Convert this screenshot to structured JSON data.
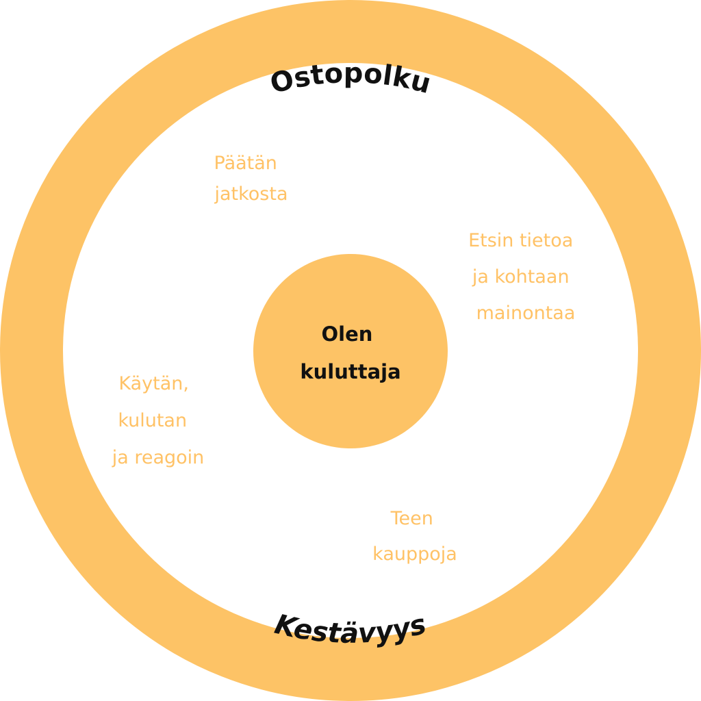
{
  "colors": {
    "ring": "#FDC366",
    "core": "#FDC366",
    "step_text": "#FFC266",
    "title_text": "#111111",
    "background": "#FFFFFF"
  },
  "ring": {
    "top_label": "Ostopolku",
    "bottom_label": "Kestävyys"
  },
  "core": {
    "lines": [
      "Olen",
      "kuluttaja"
    ]
  },
  "steps": [
    {
      "id": "decide",
      "lines": [
        "Päätän",
        "jatkosta"
      ]
    },
    {
      "id": "search",
      "lines": [
        "Etsin tietoa",
        "ja kohtaan",
        "mainontaa"
      ]
    },
    {
      "id": "buy",
      "lines": [
        "Teen",
        "kauppoja"
      ]
    },
    {
      "id": "use",
      "lines": [
        "Käytän,",
        "kulutan",
        "ja reagoin"
      ]
    }
  ]
}
